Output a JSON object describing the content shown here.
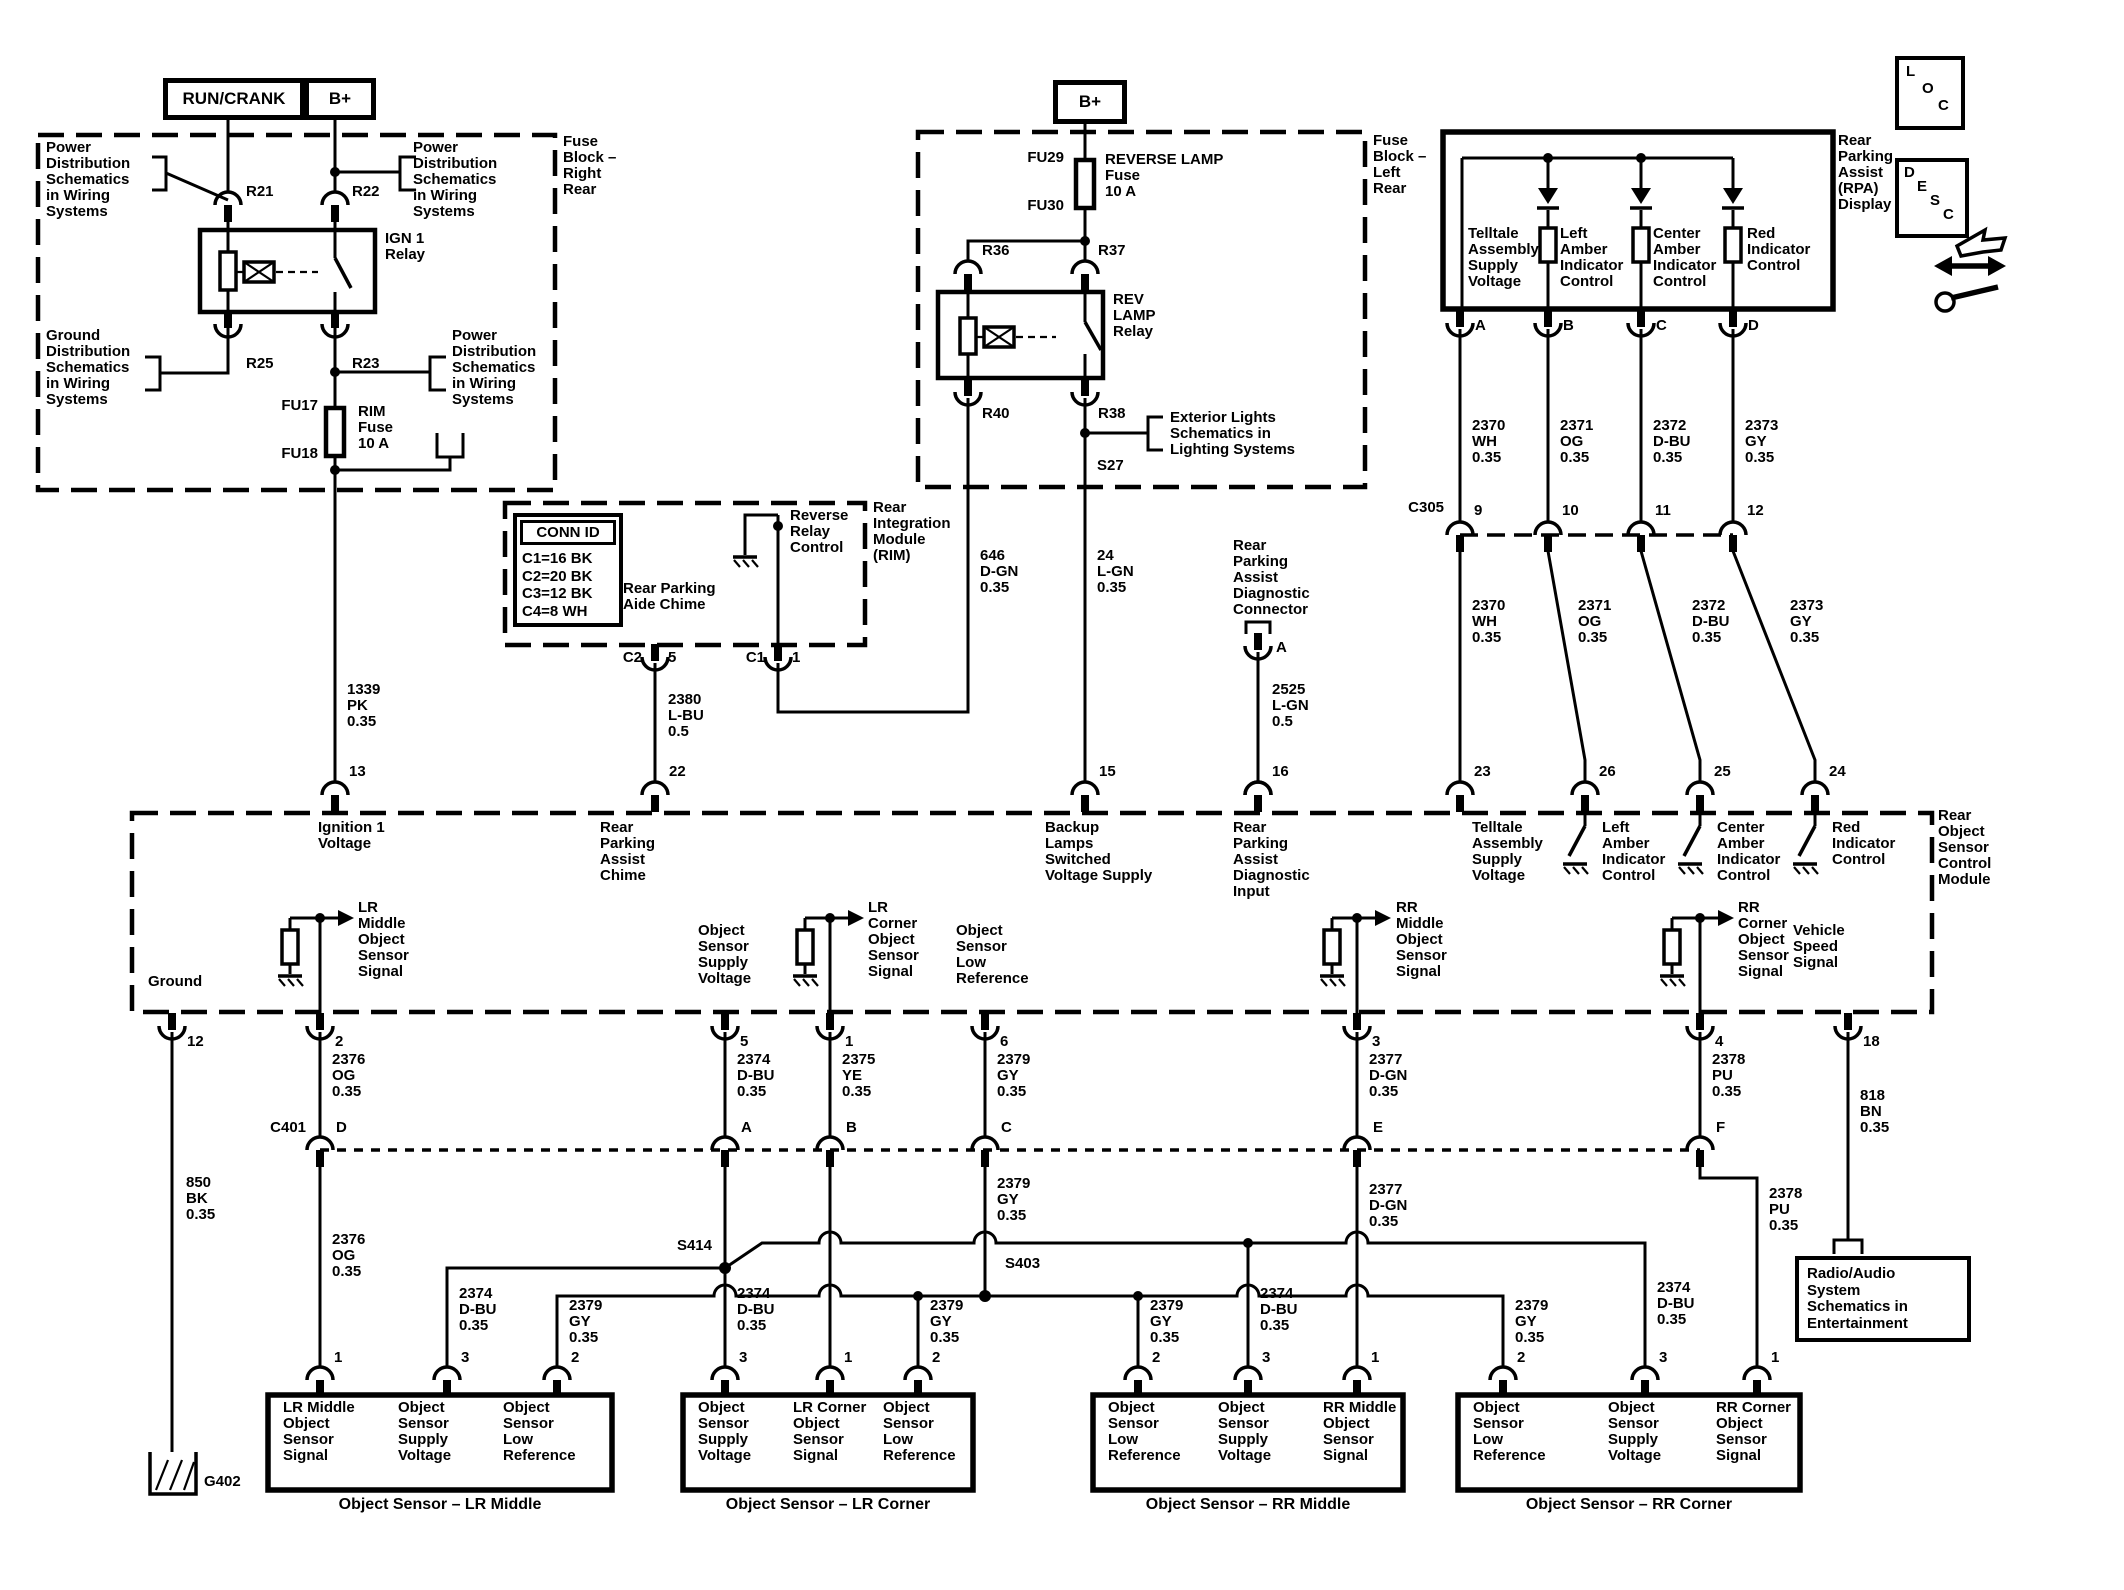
{
  "tl": {
    "run_crank": "RUN/CRANK",
    "b_plus": "B+",
    "block": "Fuse\nBlock –\nRight\nRear",
    "pds1": "Power\nDistribution\nSchematics\nin Wiring\nSystems",
    "pds2": "Power\nDistribution\nSchematics\nin Wiring\nSystems",
    "gds": "Ground\nDistribution\nSchematics\nin Wiring\nSystems",
    "pds3": "Power\nDistribution\nSchematics\nin Wiring\nSystems",
    "r21": "R21",
    "r22": "R22",
    "r25": "R25",
    "r23": "R23",
    "relay": "IGN 1\nRelay",
    "fu17": "FU17",
    "fu18": "FU18",
    "fuse": "RIM\nFuse\n10 A",
    "w1339": "1339\nPK\n0.35",
    "p13": "13"
  },
  "tm": {
    "b_plus": "B+",
    "block": "Fuse\nBlock –\nLeft\nRear",
    "fu29": "FU29",
    "fu30": "FU30",
    "fuse": "REVERSE LAMP\nFuse\n10 A",
    "r36": "R36",
    "r37": "R37",
    "r40": "R40",
    "r38": "R38",
    "relay": "REV\nLAMP\nRelay",
    "ext": "Exterior Lights\nSchematics in\nLighting Systems",
    "s27": "S27",
    "w646": "646\nD-GN\n0.35",
    "w24": "24\nL-GN\n0.35",
    "p15": "15"
  },
  "rim": {
    "name": "Rear\nIntegration\nModule\n(RIM)",
    "conn_hdr": "CONN ID",
    "conn_rows": "C1=16 BK\nC2=20 BK\nC3=12 BK\nC4=8 WH",
    "chime": "Rear Parking\nAide Chime",
    "rrc": "Reverse\nRelay\nControl",
    "c2": "C2",
    "p5": "5",
    "c1": "C1",
    "p1": "1",
    "w2380": "2380\nL-BU\n0.5",
    "p22": "22"
  },
  "diag": {
    "conn": "Rear\nParking\nAssist\nDiagnostic\nConnector",
    "a": "A",
    "w2525": "2525\nL-GN\n0.5",
    "p16": "16"
  },
  "rpa": {
    "name": "Rear\nParking\nAssist\n(RPA)\nDisplay",
    "telltale": "Telltale\nAssembly\nSupply\nVoltage",
    "left": "Left\nAmber\nIndicator\nControl",
    "center": "Center\nAmber\nIndicator\nControl",
    "red": "Red\nIndicator\nControl",
    "a": "A",
    "b": "B",
    "c": "C",
    "d": "D",
    "c305": "C305",
    "n9": "9",
    "n10": "10",
    "n11": "11",
    "n12": "12",
    "w2370": "2370\nWH\n0.35",
    "w2371": "2371\nOG\n0.35",
    "w2372": "2372\nD-BU\n0.35",
    "w2373": "2373\nGY\n0.35",
    "p23": "23",
    "p26": "26",
    "p25": "25",
    "p24": "24"
  },
  "mod": {
    "name": "Rear\nObject\nSensor\nControl\nModule",
    "ign": "Ignition 1\nVoltage",
    "chime": "Rear\nParking\nAssist\nChime",
    "backup": "Backup\nLamps\nSwitched\nVoltage Supply",
    "diag": "Rear\nParking\nAssist\nDiagnostic\nInput",
    "telltale": "Telltale\nAssembly\nSupply\nVoltage",
    "left": "Left\nAmber\nIndicator\nControl",
    "center": "Center\nAmber\nIndicator\nControl",
    "red": "Red\nIndicator\nControl",
    "ground": "Ground",
    "lrm": "LR\nMiddle\nObject\nSensor\nSignal",
    "lrc": "LR\nCorner\nObject\nSensor\nSignal",
    "rrm": "RR\nMiddle\nObject\nSensor\nSignal",
    "rrc": "RR\nCorner\nObject\nSensor\nSignal",
    "supply": "Object\nSensor\nSupply\nVoltage",
    "lowref": "Object\nSensor\nLow\nReference",
    "vss": "Vehicle\nSpeed\nSignal",
    "p12": "12",
    "p2": "2",
    "p5": "5",
    "p1": "1",
    "p6": "6",
    "p3": "3",
    "p4": "4",
    "p18": "18"
  },
  "low": {
    "w850": "850\nBK\n0.35",
    "w818": "818\nBN\n0.35",
    "c401": "C401",
    "d": "D",
    "a": "A",
    "b": "B",
    "c": "C",
    "e": "E",
    "f": "F",
    "w2376": "2376\nOG\n0.35",
    "w2374": "2374\nD-BU\n0.35",
    "w2375": "2375\nYE\n0.35",
    "w2379": "2379\nGY\n0.35",
    "w2377": "2377\nD-GN\n0.35",
    "w2378": "2378\nPU\n0.35",
    "s414": "S414",
    "s403": "S403",
    "g402": "G402",
    "n1": "1",
    "n2": "2",
    "n3": "3",
    "radio": "Radio/Audio\nSystem\nSchematics in\nEntertainment"
  },
  "sens": {
    "lrm1": "LR Middle\nObject\nSensor\nSignal",
    "lrc1": "LR Corner\nObject\nSensor\nSignal",
    "rrm1": "RR Middle\nObject\nSensor\nSignal",
    "rrc1": "RR Corner\nObject\nSensor\nSignal",
    "supply": "Object\nSensor\nSupply\nVoltage",
    "lowref": "Object\nSensor\nLow\nReference",
    "cap_lrm": "Object Sensor – LR Middle",
    "cap_lrc": "Object Sensor – LR Corner",
    "cap_rrm": "Object Sensor – RR Middle",
    "cap_rrc": "Object Sensor – RR Corner"
  },
  "icons": {
    "l1": "L",
    "l2": "O",
    "l3": "C",
    "d1": "D",
    "d2": "E",
    "d3": "S",
    "d4": "C"
  }
}
